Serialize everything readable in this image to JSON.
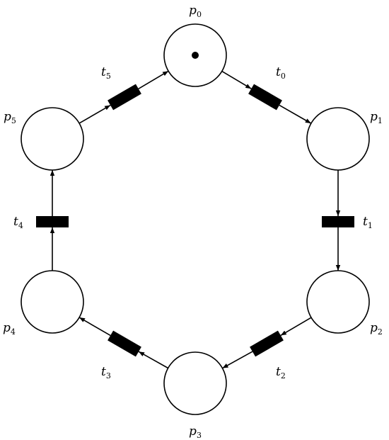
{
  "places": [
    {
      "id": "p0",
      "letter": "p",
      "index": "0",
      "tokens": 1
    },
    {
      "id": "p1",
      "letter": "p",
      "index": "1",
      "tokens": 0
    },
    {
      "id": "p2",
      "letter": "p",
      "index": "2",
      "tokens": 0
    },
    {
      "id": "p3",
      "letter": "p",
      "index": "3",
      "tokens": 0
    },
    {
      "id": "p4",
      "letter": "p",
      "index": "4",
      "tokens": 0
    },
    {
      "id": "p5",
      "letter": "p",
      "index": "5",
      "tokens": 0
    }
  ],
  "transitions": [
    {
      "id": "t0",
      "letter": "t",
      "index": "0"
    },
    {
      "id": "t1",
      "letter": "t",
      "index": "1"
    },
    {
      "id": "t2",
      "letter": "t",
      "index": "2"
    },
    {
      "id": "t3",
      "letter": "t",
      "index": "3"
    },
    {
      "id": "t4",
      "letter": "t",
      "index": "4"
    },
    {
      "id": "t5",
      "letter": "t",
      "index": "5"
    }
  ],
  "arcs": [
    [
      "p0",
      "t0"
    ],
    [
      "t0",
      "p1"
    ],
    [
      "p1",
      "t1"
    ],
    [
      "t1",
      "p2"
    ],
    [
      "p2",
      "t2"
    ],
    [
      "t2",
      "p3"
    ],
    [
      "p3",
      "t3"
    ],
    [
      "t3",
      "p4"
    ],
    [
      "p4",
      "t4"
    ],
    [
      "t4",
      "p5"
    ],
    [
      "p5",
      "t5"
    ],
    [
      "t5",
      "p0"
    ]
  ]
}
